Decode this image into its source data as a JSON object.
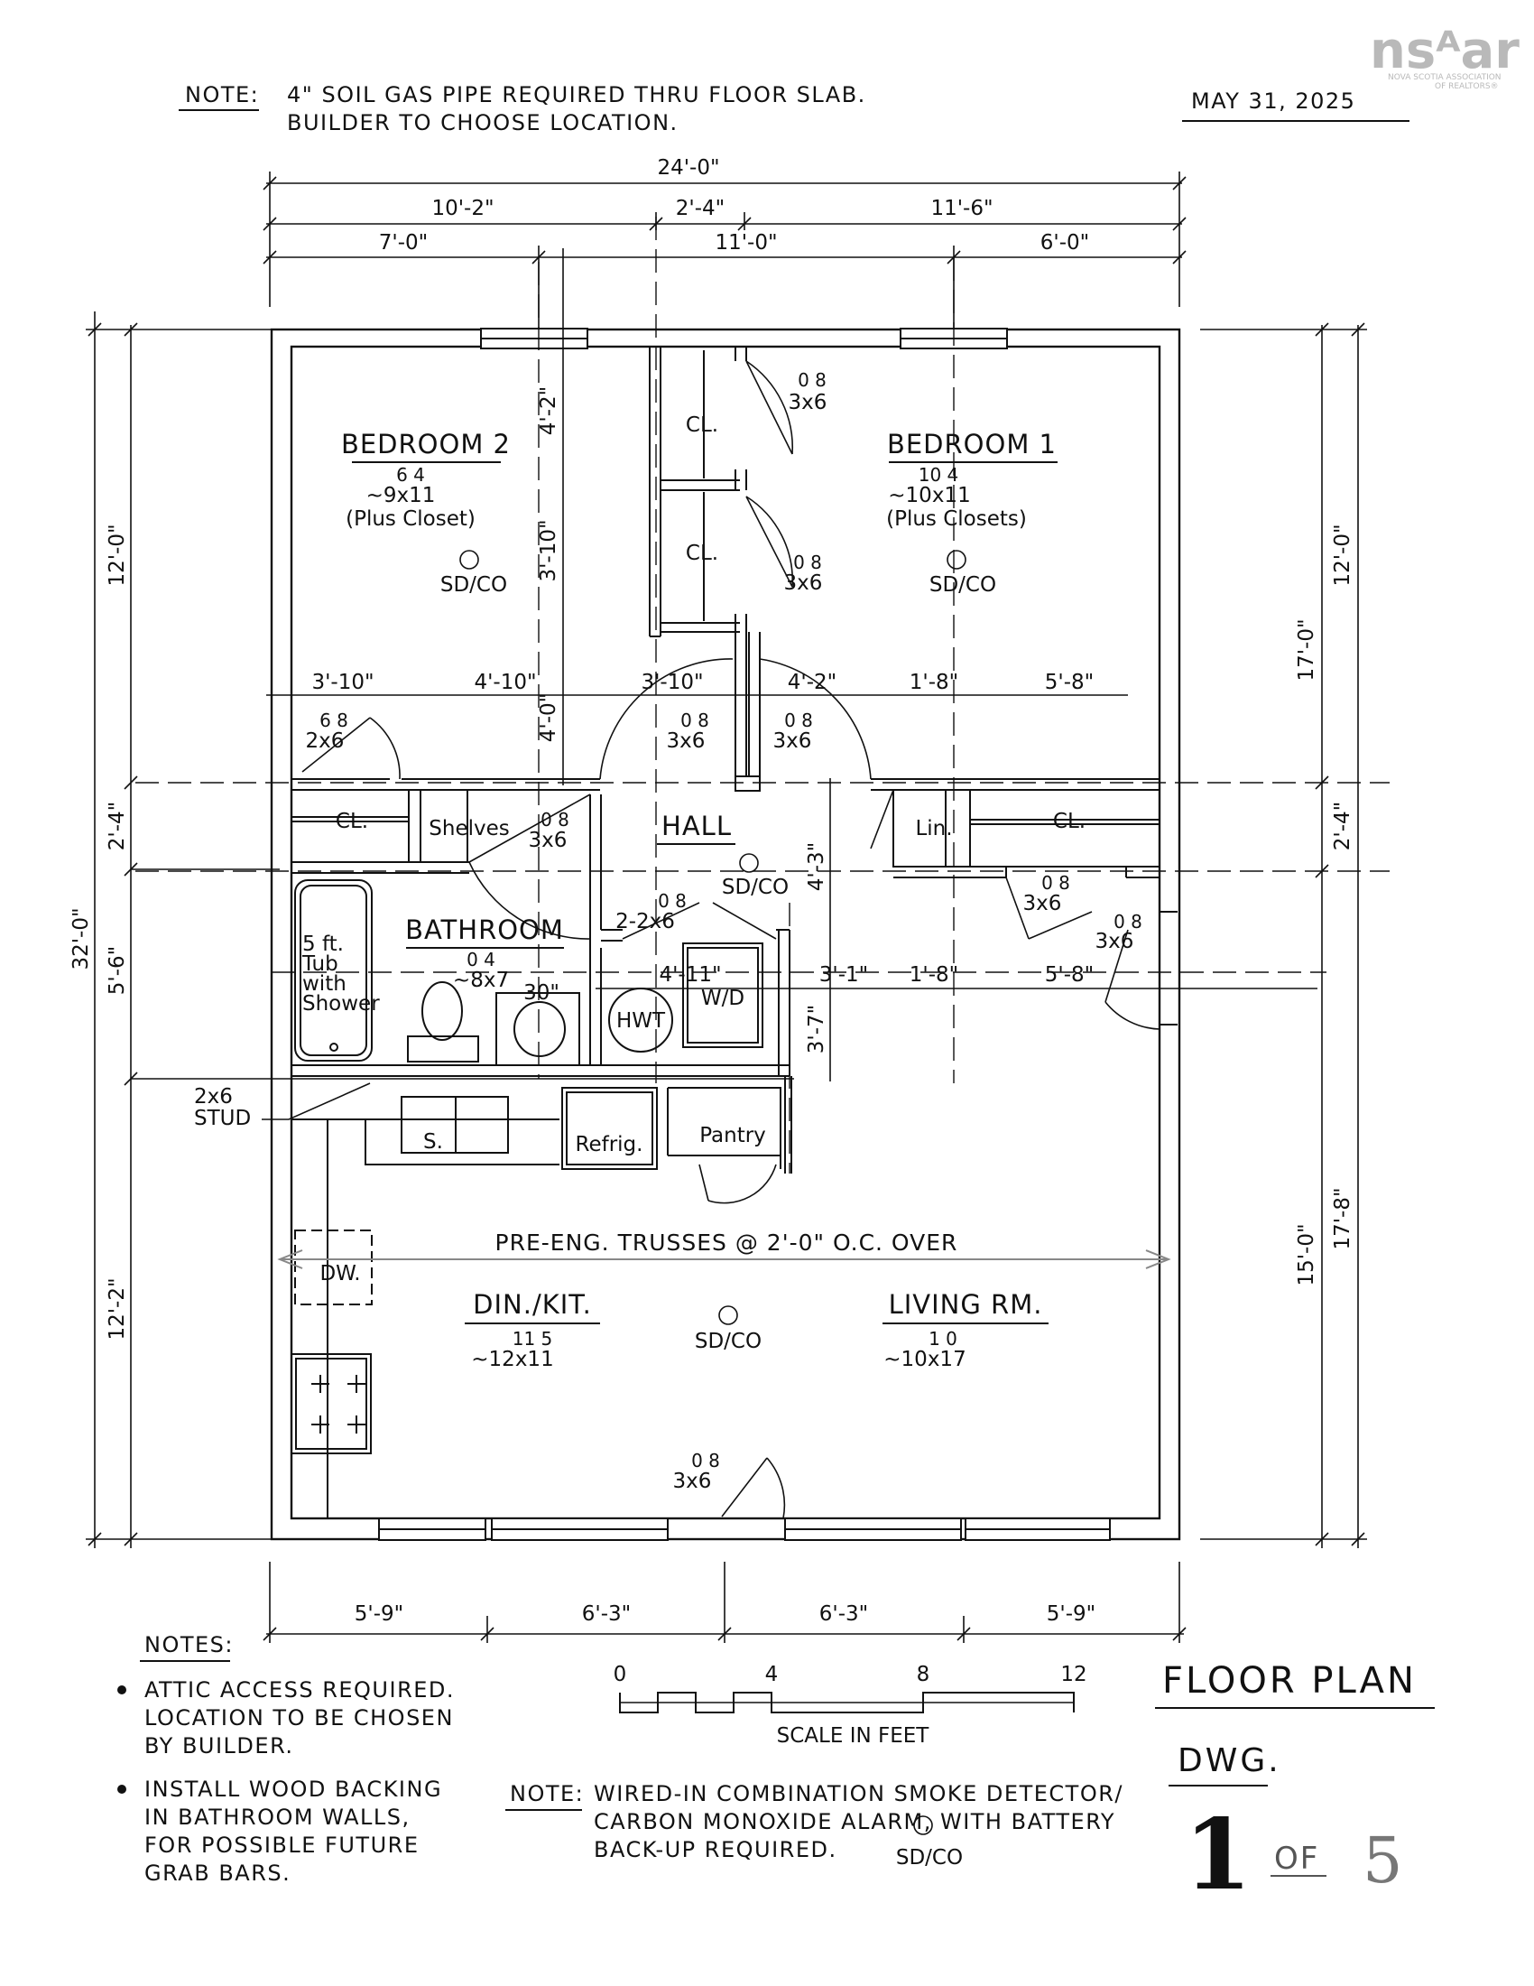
{
  "logo": {
    "text": "nsᴬar",
    "sub1": "NOVA SCOTIA ASSOCIATION",
    "sub2": "OF REALTORS®"
  },
  "date": "MAY 31, 2025",
  "top_note": {
    "label": "NOTE:",
    "line1": "4\" SOIL GAS PIPE REQUIRED THRU FLOOR SLAB.",
    "line2": "BUILDER TO CHOOSE LOCATION."
  },
  "rooms": {
    "bedroom2": {
      "name": "BEDROOM 2",
      "sup": "6  4",
      "size": "~9x11",
      "extra": "(Plus Closet)"
    },
    "bedroom1": {
      "name": "BEDROOM 1",
      "sup": "10 4",
      "size": "~10x11",
      "extra": "(Plus Closets)"
    },
    "hall": {
      "name": "HALL"
    },
    "bathroom": {
      "name": "BATHROOM",
      "sup": "0 4",
      "size": "~8x7"
    },
    "dinkit": {
      "name": "DIN./KIT.",
      "sup": "11 5",
      "size": "~12x11"
    },
    "living": {
      "name": "LIVING RM.",
      "sup": "1  0",
      "size": "~10x17"
    }
  },
  "fixtures": {
    "closet": "CL.",
    "shelves": "Shelves",
    "linen": "Lin.",
    "tub1": "5 ft.",
    "tub2": "Tub",
    "tub3": "with",
    "tub4": "Shower",
    "hwt": "HWT",
    "wd": "W/D",
    "refrig": "Refrig.",
    "pantry": "Pantry",
    "sink": "S.",
    "dw": "DW.",
    "sdco": "SD/CO",
    "vanity": "30\"",
    "stud1": "2x6",
    "stud2": "STUD",
    "trusses": "PRE-ENG. TRUSSES @ 2'-0\" O.C. OVER"
  },
  "doors": {
    "d08": "0 8",
    "d68": "6 8",
    "d3x6": "3x6",
    "d2x6": "2x6",
    "d22x6": "2-2x6"
  },
  "dims": {
    "top_overall": "24'-0\"",
    "top_row2": [
      "10'-2\"",
      "2'-4\"",
      "11'-6\""
    ],
    "top_row3": [
      "7'-0\"",
      "11'-0\"",
      "6'-0\""
    ],
    "bottom": [
      "5'-9\"",
      "6'-3\"",
      "6'-3\"",
      "5'-9\""
    ],
    "left_overall": "32'-0\"",
    "left_inner": [
      "12'-0\"",
      "2'-4\"",
      "5'-6\"",
      "12'-2\""
    ],
    "right_inner": [
      "12'-0\"",
      "2'-4\"",
      "15'-0\""
    ],
    "right_outer": [
      "17'-0\"",
      "17'-8\""
    ],
    "interior_row1": [
      "3'-10\"",
      "4'-10\"",
      "3'-10\"",
      "4'-2\"",
      "1'-8\"",
      "5'-8\""
    ],
    "interior_row2": [
      "4'-11\"",
      "3'-1\"",
      "1'-8\"",
      "5'-8\""
    ],
    "closet_vert": [
      "4'-2\"",
      "3'-10\"",
      "4'-0\""
    ],
    "hall_vert": [
      "4'-3\"",
      "3'-7\""
    ]
  },
  "notes": {
    "title": "NOTES:",
    "bullet1": [
      "ATTIC ACCESS REQUIRED.",
      "LOCATION TO BE CHOSEN",
      "BY BUILDER."
    ],
    "bullet2": [
      "INSTALL WOOD BACKING",
      "IN BATHROOM WALLS,",
      "FOR POSSIBLE FUTURE",
      "GRAB BARS."
    ]
  },
  "scale": {
    "ticks": [
      "0",
      "4",
      "8",
      "12"
    ],
    "label": "SCALE IN FEET"
  },
  "bottom_note": {
    "label": "NOTE:",
    "line1": "WIRED-IN COMBINATION SMOKE DETECTOR/",
    "line2": "CARBON MONOXIDE ALARM, WITH BATTERY",
    "line3": "BACK-UP REQUIRED.",
    "symbol": "SD/CO"
  },
  "title_block": {
    "title": "FLOOR PLAN",
    "dwg": "DWG.",
    "num": "1",
    "of": "OF",
    "total": "5"
  }
}
